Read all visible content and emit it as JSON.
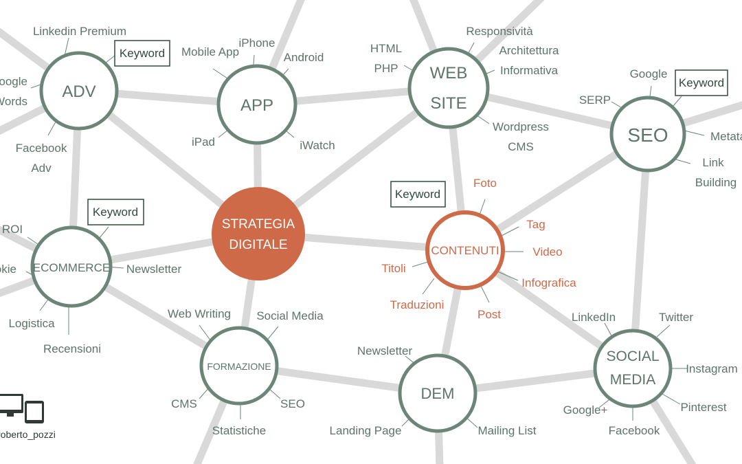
{
  "colors": {
    "green": "#6b8577",
    "orange": "#cf6a49",
    "edge": "#d9d9d9",
    "text_green": "#5d7468"
  },
  "center": {
    "line1": "STRATEGIA",
    "line2": "DIGITALE"
  },
  "nodes": {
    "adv": {
      "label": "ADV"
    },
    "app": {
      "label": "APP"
    },
    "website": {
      "line1": "WEB",
      "line2": "SITE"
    },
    "seo": {
      "label": "SEO"
    },
    "ecommerce": {
      "label": "ECOMMERCE"
    },
    "contenuti": {
      "label": "CONTENUTI"
    },
    "formazione": {
      "label": "FORMAZIONE"
    },
    "dem": {
      "label": "DEM"
    },
    "social": {
      "line1": "SOCIAL",
      "line2": "MEDIA"
    }
  },
  "keyword": "Keyword",
  "labels": {
    "adv": {
      "linkedin": "Linkedin  Premium",
      "google1": "Google",
      "google2": "AdWords",
      "facebook1": "Facebook",
      "facebook2": "Adv"
    },
    "app": {
      "mobile": "Mobile App",
      "iphone": "iPhone",
      "android": "Android",
      "ipad": "iPad",
      "iwatch": "iWatch"
    },
    "website": {
      "html": "HTML",
      "php": "PHP",
      "responsive": "Responsività",
      "arch1": "Architettura",
      "arch2": "Informativa",
      "wp1": "Wordpress",
      "wp2": "CMS"
    },
    "seo": {
      "google": "Google",
      "serp": "SERP",
      "metatag": "Metatag",
      "link1": "Link",
      "link2": "Building"
    },
    "ecommerce": {
      "roi": "ROI",
      "cookie": "Cookie",
      "newsletter": "Newsletter",
      "logistica": "Logistica",
      "recensioni": "Recensioni"
    },
    "contenuti": {
      "foto": "Foto",
      "tag": "Tag",
      "video": "Video",
      "infografica": "Infografica",
      "post": "Post",
      "titoli": "Titoli",
      "traduzioni": "Traduzioni"
    },
    "formazione": {
      "webwriting": "Web Writing",
      "socialmedia": "Social  Media",
      "cms": "CMS",
      "seo": "SEO",
      "statistiche": "Statistiche"
    },
    "dem": {
      "newsletter": "Newsletter",
      "landing": "Landing  Page",
      "mailing": "Mailing  List"
    },
    "social": {
      "linkedin": "LinkedIn",
      "twitter": "Twitter",
      "instagram": "Instagram",
      "pinterest": "Pinterest",
      "googleplus": "Google+",
      "facebook": "Facebook"
    }
  },
  "credit": "roberto_pozzi"
}
